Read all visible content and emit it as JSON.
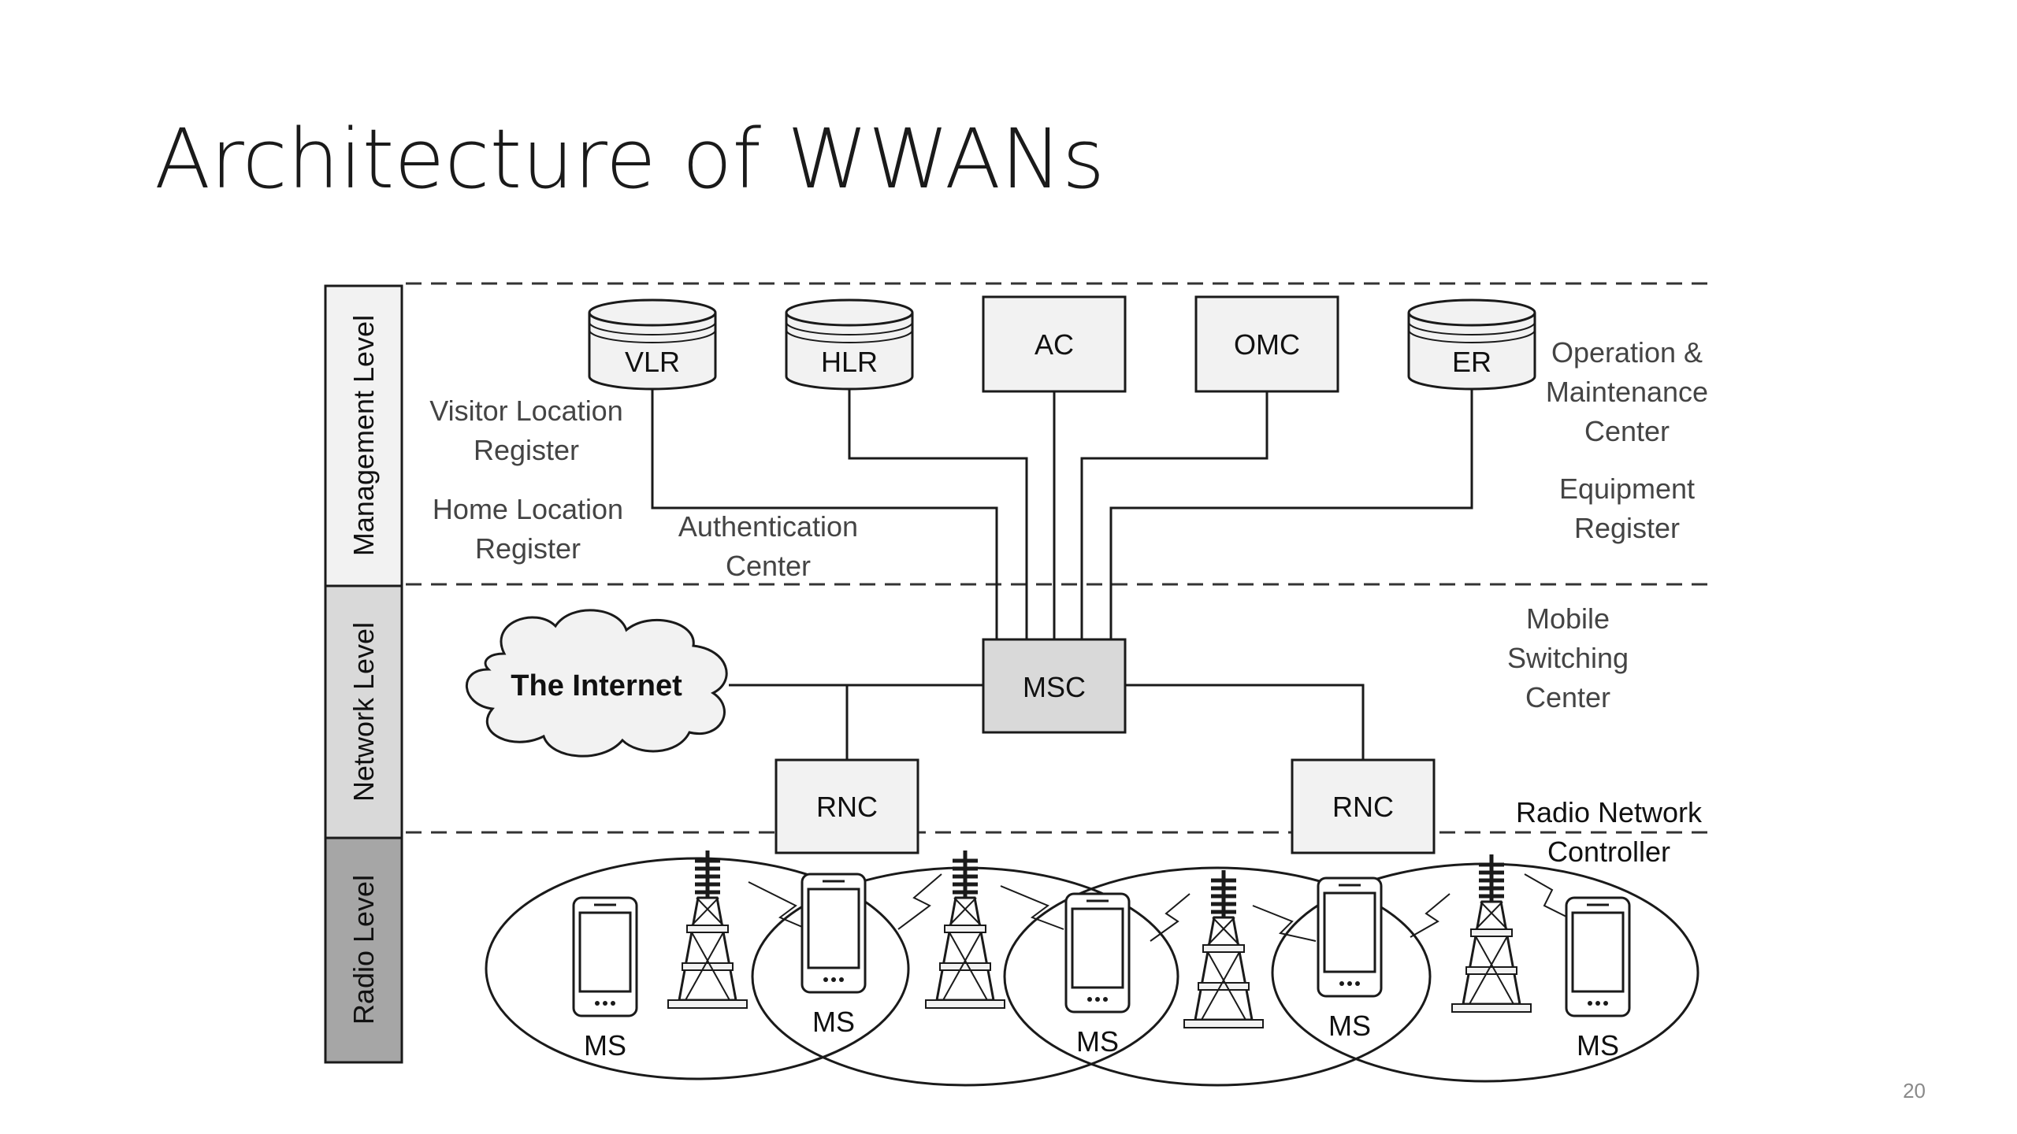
{
  "title": "Architecture of WWANs",
  "page_number": "20",
  "levels": {
    "management": "Management Level",
    "network": "Network Level",
    "radio": "Radio Level"
  },
  "nodes": {
    "vlr": "VLR",
    "hlr": "HLR",
    "ac": "AC",
    "omc": "OMC",
    "er": "ER",
    "msc": "MSC",
    "rnc_left": "RNC",
    "rnc_right": "RNC",
    "internet": "The Internet"
  },
  "annotations": {
    "visitor_location_register": [
      "Visitor Location",
      "Register"
    ],
    "home_location_register": [
      "Home Location",
      "Register"
    ],
    "authentication_center": [
      "Authentication",
      "Center"
    ],
    "operation_maintenance_center": [
      "Operation &",
      "Maintenance",
      "Center"
    ],
    "equipment_register": [
      "Equipment",
      "Register"
    ],
    "mobile_switching_center": [
      "Mobile",
      "Switching",
      "Center"
    ],
    "radio_network_controller": [
      "Radio Network",
      "Controller"
    ]
  },
  "mobile_stations": [
    "MS",
    "MS",
    "MS",
    "MS",
    "MS"
  ],
  "colors": {
    "management_level_fill": "#f2f2f2",
    "network_level_fill": "#d9d9d9",
    "radio_level_fill": "#a6a6a6",
    "box_fill": "#f2f2f2",
    "msc_fill": "#d9d9d9",
    "line": "#1a1a1a",
    "annotation_text": "#444444"
  }
}
